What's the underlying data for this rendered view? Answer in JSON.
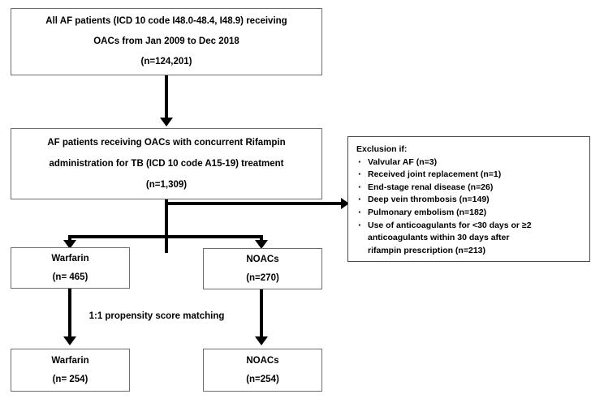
{
  "figure": {
    "type": "flowchart",
    "title": "Patient selection flow diagram"
  },
  "boxes": {
    "cohort": {
      "line1": "All AF patients (ICD 10 code I48.0-48.4, I48.9) receiving",
      "line2": "OACs from Jan 2009 to Dec 2018",
      "line3": "(n=124,201)"
    },
    "rifampin": {
      "line1": "AF patients receiving OACs with concurrent Rifampin",
      "line2": "administration for TB (ICD 10 code A15-19) treatment",
      "line3": "(n=1,309)"
    },
    "exclusion": {
      "title": "Exclusion if:",
      "bullet_glyph": "·",
      "items": [
        {
          "text": "Valvular AF (n=3)"
        },
        {
          "text": "Received joint replacement (n=1)"
        },
        {
          "text": "End-stage renal disease (n=26)"
        },
        {
          "text": "Deep vein thrombosis (n=149)"
        },
        {
          "text": "Pulmonary embolism (n=182)"
        },
        {
          "text": "Use of anticoagulants for <30 days or ≥2",
          "cont1": "anticoagulants within 30 days after",
          "cont2": "rifampin prescription (n=213)"
        }
      ]
    },
    "warfarin_pre": {
      "line1": "Warfarin",
      "line2": "(n= 465)"
    },
    "noac_pre": {
      "line1": "NOACs",
      "line2": "(n=270)"
    },
    "warfarin_post": {
      "line1": "Warfarin",
      "line2": "(n= 254)"
    },
    "noac_post": {
      "line1": "NOACs",
      "line2": "(n=254)"
    }
  },
  "annotations": {
    "psm": "1:1 propensity score matching"
  },
  "colors": {
    "line": "#000000",
    "box_border": "#6e6e6e",
    "text": "#000000",
    "background": "#ffffff"
  }
}
